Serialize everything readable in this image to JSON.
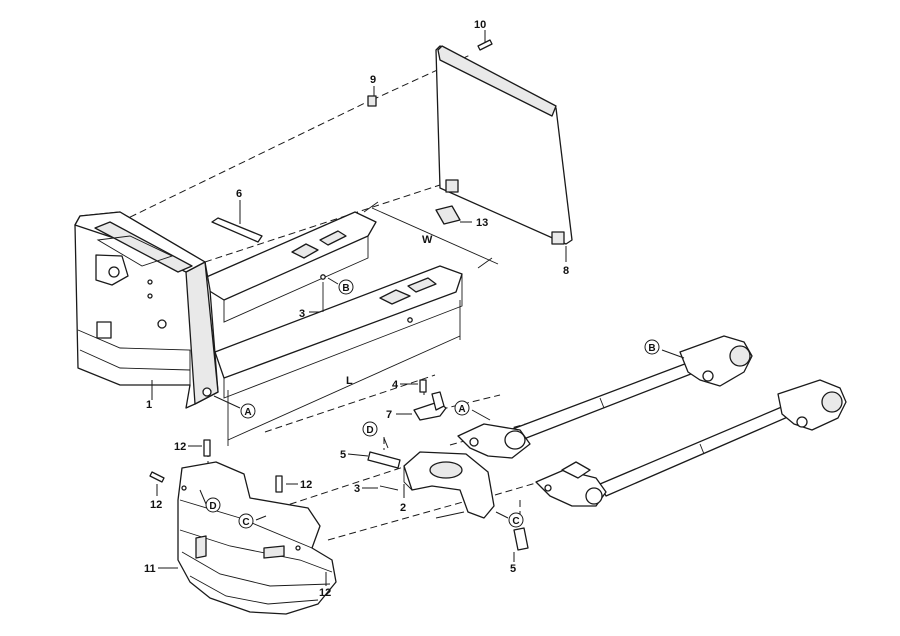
{
  "diagram": {
    "part_numbers": {
      "p1": "1",
      "p2": "2",
      "p3a": "3",
      "p3b": "3",
      "p4": "4",
      "p5a": "5",
      "p5b": "5",
      "p6": "6",
      "p7": "7",
      "p8": "8",
      "p9": "9",
      "p10": "10",
      "p11": "11",
      "p12a": "12",
      "p12b": "12",
      "p12c": "12",
      "p12d": "12",
      "p13": "13"
    },
    "callouts": {
      "A1": "A",
      "A2": "A",
      "B1": "B",
      "B2": "B",
      "C1": "C",
      "C2": "C",
      "D1": "D",
      "D2": "D"
    },
    "dimensions": {
      "width": "W",
      "length": "L"
    }
  }
}
